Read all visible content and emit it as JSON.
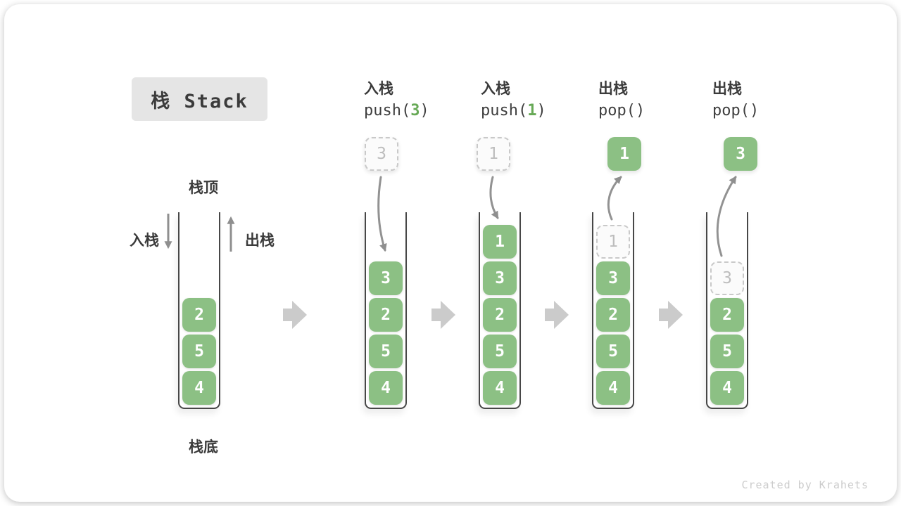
{
  "title": "栈 Stack",
  "labels": {
    "stack_top": "栈顶",
    "stack_bottom": "栈底",
    "push": "入栈",
    "pop": "出栈"
  },
  "ops": [
    {
      "label": "入栈",
      "code": {
        "fn": "push(",
        "arg": "3",
        "close": ")"
      }
    },
    {
      "label": "入栈",
      "code": {
        "fn": "push(",
        "arg": "1",
        "close": ")"
      }
    },
    {
      "label": "出栈",
      "code": {
        "fn": "pop(",
        "arg": "",
        "close": ")"
      }
    },
    {
      "label": "出栈",
      "code": {
        "fn": "pop(",
        "arg": "",
        "close": ")"
      }
    }
  ],
  "columns": [
    {
      "stack": [
        "2",
        "5",
        "4"
      ]
    },
    {
      "float": "3",
      "stack": [
        "3",
        "2",
        "5",
        "4"
      ]
    },
    {
      "float": "1",
      "stack": [
        "1",
        "3",
        "2",
        "5",
        "4"
      ]
    },
    {
      "float": "1",
      "ghost": "1",
      "stack": [
        "3",
        "2",
        "5",
        "4"
      ]
    },
    {
      "float": "3",
      "ghost": "3",
      "stack": [
        "2",
        "5",
        "4"
      ]
    }
  ],
  "watermark": "Created by Krahets",
  "colors": {
    "cell_green": "#8cc084",
    "code_arg_green": "#67a956",
    "ghost_gray": "#c9c9c9",
    "thin_arrow_gray": "#8f8f8f",
    "block_arrow_gray": "#cbcbcb",
    "title_bg": "#e5e5e5",
    "text_dark": "#3b3b3b",
    "watermark_gray": "#cccccc"
  }
}
